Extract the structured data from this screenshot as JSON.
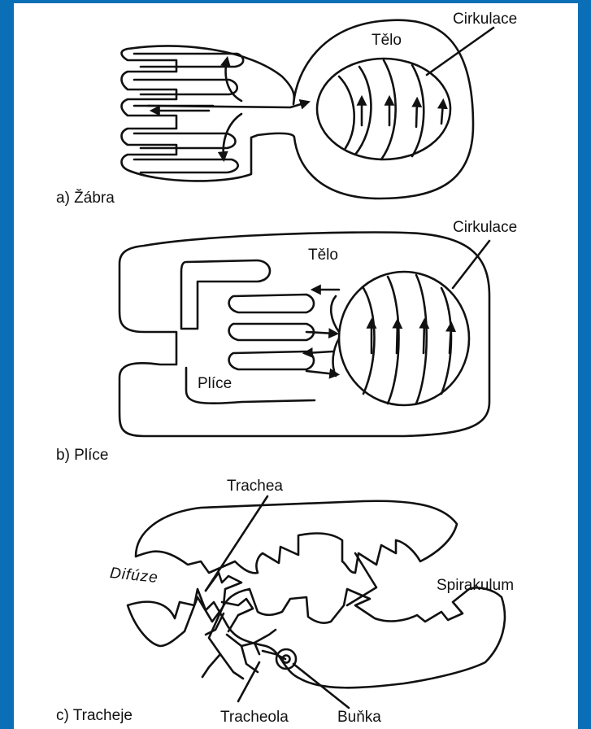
{
  "colors": {
    "frame": "#0a6fb6",
    "panel": "#ffffff",
    "ink": "#111111"
  },
  "a": {
    "caption": "a) Žábra",
    "body": "Tělo",
    "circ": "Cirkulace"
  },
  "b": {
    "caption": "b) Plíce",
    "body": "Tělo",
    "circ": "Cirkulace",
    "lung": "Plíce"
  },
  "c": {
    "caption": "c) Tracheje",
    "trachea": "Trachea",
    "diff": "Difúze",
    "spir": "Spirakulum",
    "tracheola": "Tracheola",
    "cell": "Buňka"
  }
}
